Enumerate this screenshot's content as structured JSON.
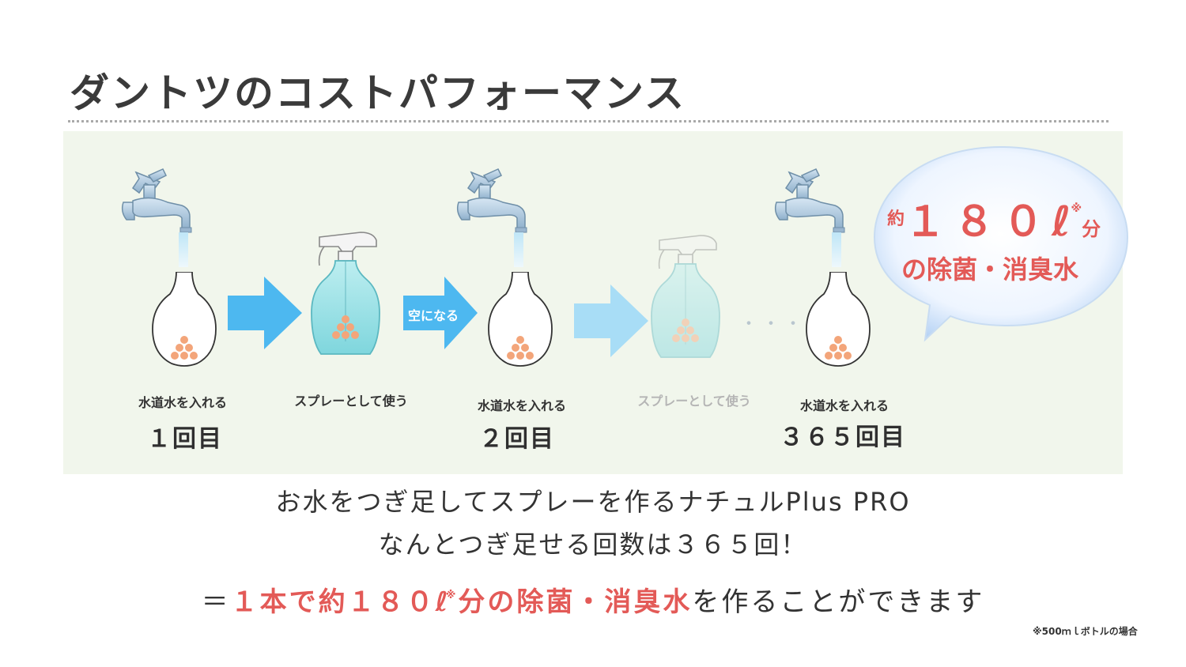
{
  "title": "ダントツのコストパフォーマンス",
  "steps": {
    "step1_action": "水道水を入れる",
    "step1_count": "１回目",
    "step2_action": "スプレーとして使う",
    "step3_action": "水道水を入れる",
    "step3_count": "２回目",
    "step4_action": "スプレーとして使う",
    "step5_action": "水道水を入れる",
    "step5_count": "３６５回目"
  },
  "arrow_empty_label": "空になる",
  "ellipsis": "・・・",
  "bubble": {
    "prefix": "約",
    "amount": "１８０ℓ",
    "mark": "※",
    "suffix": "分",
    "line2": "の除菌・消臭水"
  },
  "body": {
    "line1": "お水をつぎ足してスプレーを作るナチュルPlus PRO",
    "line2": "なんとつぎ足せる回数は３６５回！",
    "line3_prefix": "＝",
    "line3_red1": "１本で約１８０ℓ",
    "line3_mark": "※",
    "line3_red2": "分の除菌・消臭水",
    "line3_suffix": "を作ることができます"
  },
  "footnote": "※500ｍｌボトルの場合",
  "colors": {
    "accent_red": "#e35a57",
    "panel_bg": "#f1f6ec",
    "arrow_blue": "#4db8f0",
    "arrow_light": "#a8ddf6"
  },
  "icons": [
    "faucet-icon",
    "water-bottle-icon",
    "spray-bottle-icon",
    "arrow-right-icon",
    "speech-bubble-icon"
  ]
}
